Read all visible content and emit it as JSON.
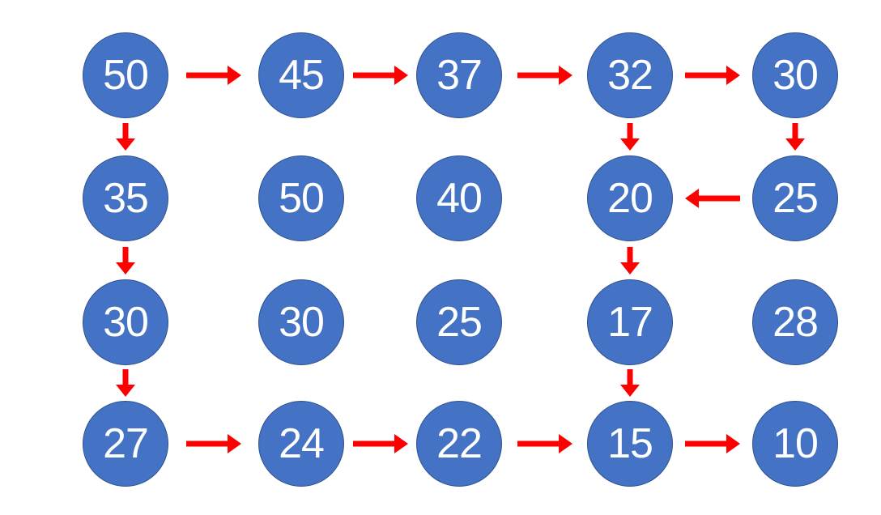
{
  "diagram": {
    "description": "grid-of-numbered-circles-with-red-arrows",
    "background": "#ffffff",
    "node_fill": "#4472C4",
    "node_border": "#2F528F",
    "text_color": "#ffffff",
    "arrow_color": "#FF0000",
    "grid": {
      "rows": 4,
      "cols": 5
    },
    "nodes": [
      {
        "row": 0,
        "col": 0,
        "value": "50"
      },
      {
        "row": 0,
        "col": 1,
        "value": "45"
      },
      {
        "row": 0,
        "col": 2,
        "value": "37"
      },
      {
        "row": 0,
        "col": 3,
        "value": "32"
      },
      {
        "row": 0,
        "col": 4,
        "value": "30"
      },
      {
        "row": 1,
        "col": 0,
        "value": "35"
      },
      {
        "row": 1,
        "col": 1,
        "value": "50"
      },
      {
        "row": 1,
        "col": 2,
        "value": "40"
      },
      {
        "row": 1,
        "col": 3,
        "value": "20"
      },
      {
        "row": 1,
        "col": 4,
        "value": "25"
      },
      {
        "row": 2,
        "col": 0,
        "value": "30"
      },
      {
        "row": 2,
        "col": 1,
        "value": "30"
      },
      {
        "row": 2,
        "col": 2,
        "value": "25"
      },
      {
        "row": 2,
        "col": 3,
        "value": "17"
      },
      {
        "row": 2,
        "col": 4,
        "value": "28"
      },
      {
        "row": 3,
        "col": 0,
        "value": "27"
      },
      {
        "row": 3,
        "col": 1,
        "value": "24"
      },
      {
        "row": 3,
        "col": 2,
        "value": "22"
      },
      {
        "row": 3,
        "col": 3,
        "value": "15"
      },
      {
        "row": 3,
        "col": 4,
        "value": "10"
      }
    ],
    "edges": [
      {
        "from": [
          0,
          0
        ],
        "to": [
          0,
          1
        ],
        "dir": "right"
      },
      {
        "from": [
          0,
          1
        ],
        "to": [
          0,
          2
        ],
        "dir": "right"
      },
      {
        "from": [
          0,
          2
        ],
        "to": [
          0,
          3
        ],
        "dir": "right"
      },
      {
        "from": [
          0,
          3
        ],
        "to": [
          0,
          4
        ],
        "dir": "right"
      },
      {
        "from": [
          0,
          0
        ],
        "to": [
          1,
          0
        ],
        "dir": "down"
      },
      {
        "from": [
          1,
          0
        ],
        "to": [
          2,
          0
        ],
        "dir": "down"
      },
      {
        "from": [
          2,
          0
        ],
        "to": [
          3,
          0
        ],
        "dir": "down"
      },
      {
        "from": [
          0,
          3
        ],
        "to": [
          1,
          3
        ],
        "dir": "down"
      },
      {
        "from": [
          1,
          3
        ],
        "to": [
          2,
          3
        ],
        "dir": "down"
      },
      {
        "from": [
          2,
          3
        ],
        "to": [
          3,
          3
        ],
        "dir": "down"
      },
      {
        "from": [
          0,
          4
        ],
        "to": [
          1,
          4
        ],
        "dir": "down"
      },
      {
        "from": [
          1,
          4
        ],
        "to": [
          1,
          3
        ],
        "dir": "left"
      },
      {
        "from": [
          3,
          0
        ],
        "to": [
          3,
          1
        ],
        "dir": "right"
      },
      {
        "from": [
          3,
          1
        ],
        "to": [
          3,
          2
        ],
        "dir": "right"
      },
      {
        "from": [
          3,
          2
        ],
        "to": [
          3,
          3
        ],
        "dir": "right"
      },
      {
        "from": [
          3,
          3
        ],
        "to": [
          3,
          4
        ],
        "dir": "right"
      }
    ]
  }
}
